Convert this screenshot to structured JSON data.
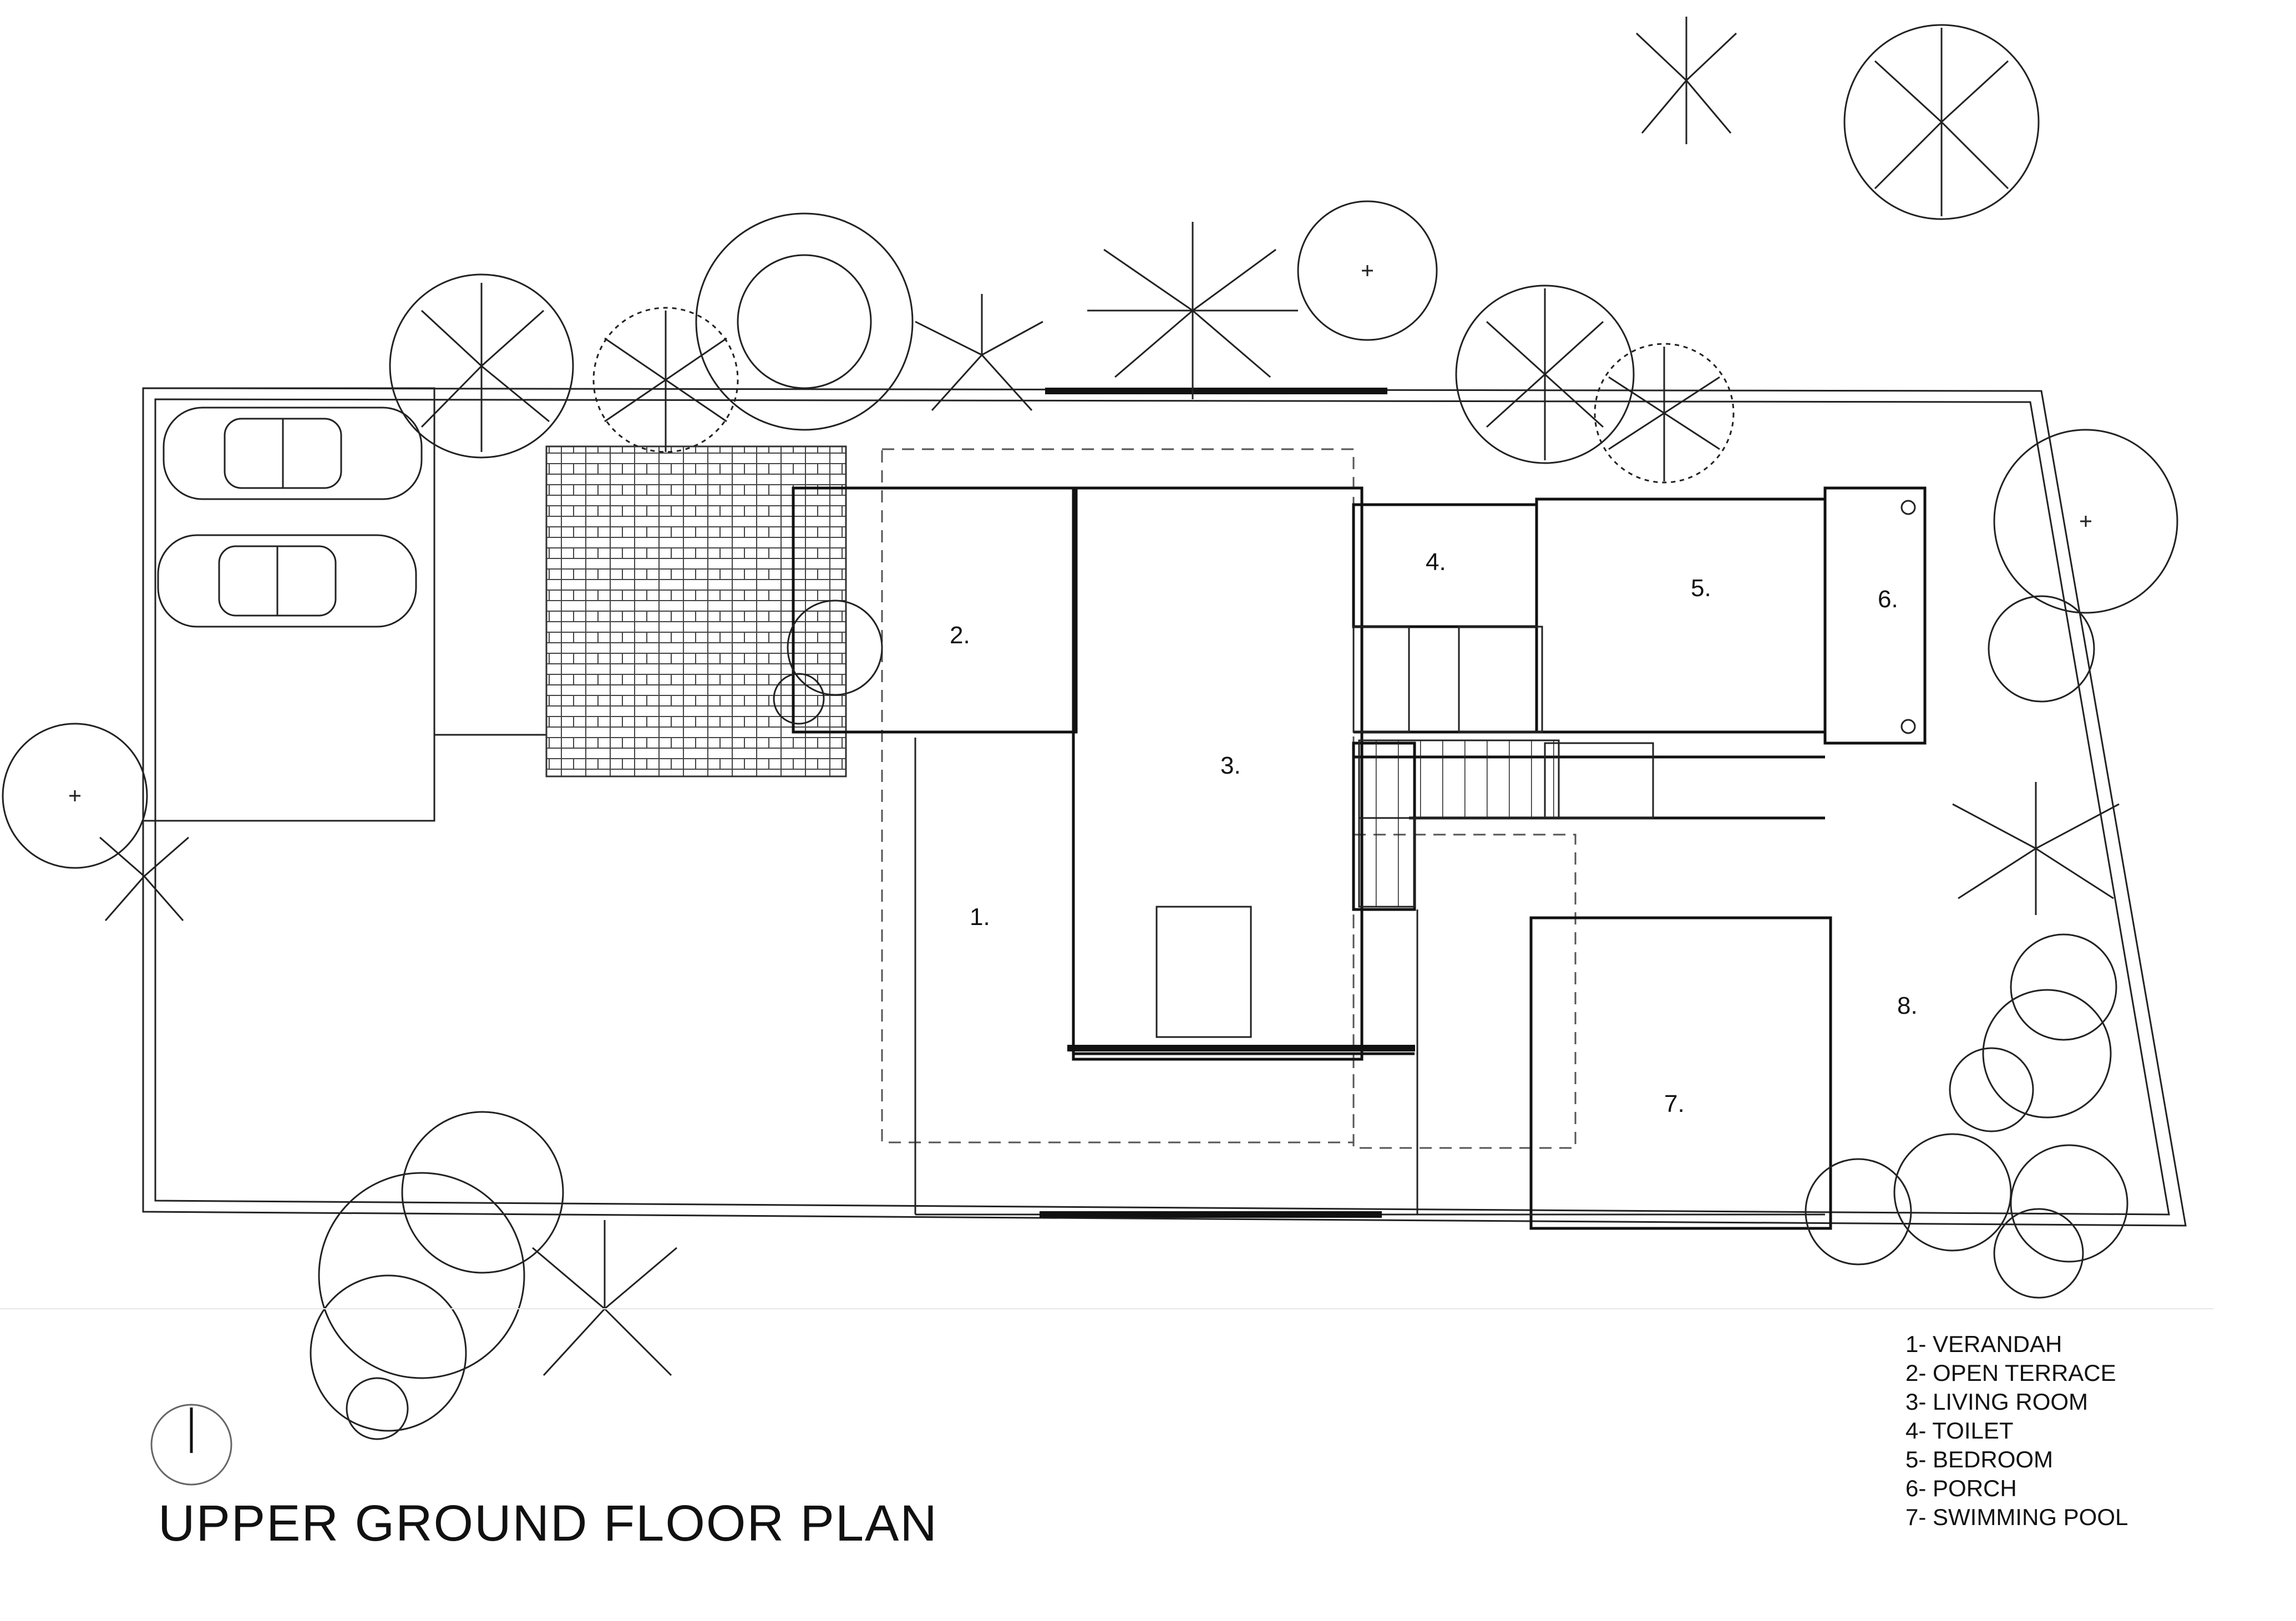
{
  "title": "UPPER GROUND FLOOR PLAN",
  "room_numbers": [
    "1.",
    "2.",
    "3.",
    "4.",
    "5.",
    "6.",
    "7.",
    "8."
  ],
  "legend": [
    "1- VERANDAH",
    "2- OPEN TERRACE",
    "3- LIVING ROOM",
    "4- TOILET",
    "5- BEDROOM",
    "6- PORCH",
    "7- SWIMMING POOL"
  ],
  "icons": {
    "north": "north-arrow-icon",
    "car": "car-icon",
    "tree": "tree-icon",
    "palm": "palm-tree-icon"
  },
  "colors": {
    "line": "#111111",
    "background": "#ffffff"
  }
}
